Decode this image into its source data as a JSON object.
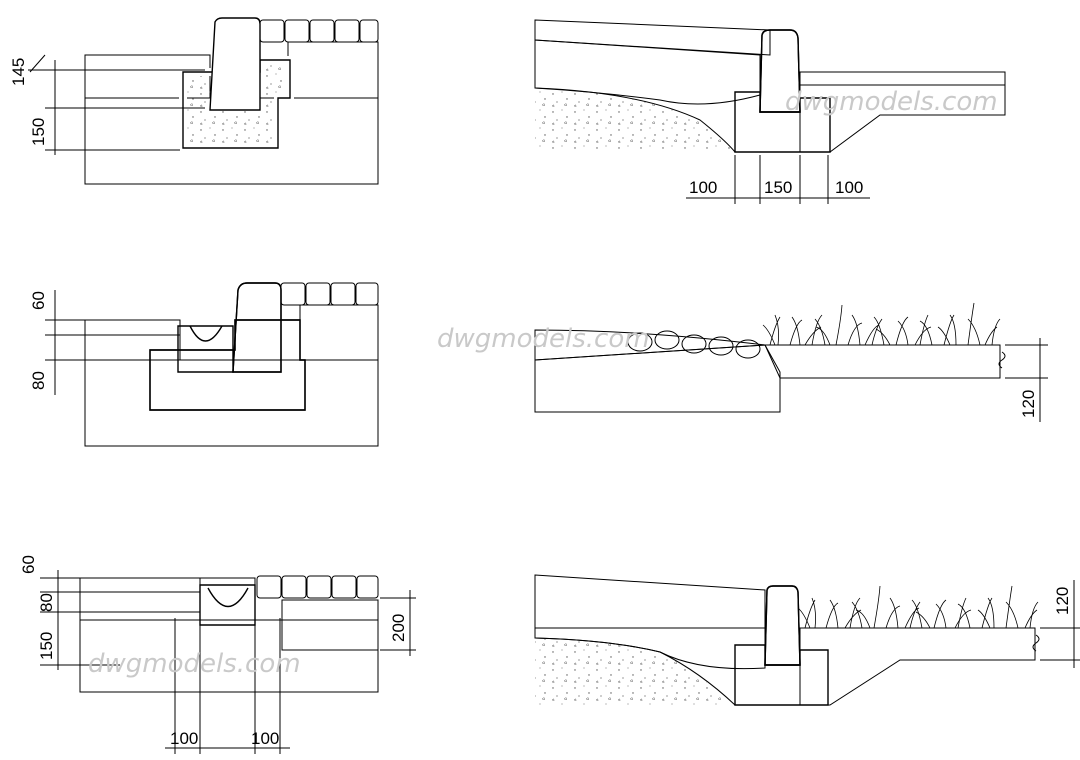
{
  "drawing": {
    "watermarks": [
      "dwgmodels.com",
      "dwgmodels.com",
      "dwgmodels.com"
    ],
    "details": [
      {
        "id": "detail-1",
        "dimensions": [
          "145",
          "150"
        ]
      },
      {
        "id": "detail-2",
        "dimensions": [
          "100",
          "150",
          "100"
        ]
      },
      {
        "id": "detail-3",
        "dimensions": [
          "60",
          "80"
        ]
      },
      {
        "id": "detail-4",
        "dimensions": [
          "120"
        ]
      },
      {
        "id": "detail-5",
        "dimensions": [
          "60",
          "80",
          "150",
          "200",
          "100",
          "100"
        ]
      },
      {
        "id": "detail-6",
        "dimensions": [
          "120"
        ]
      }
    ]
  }
}
